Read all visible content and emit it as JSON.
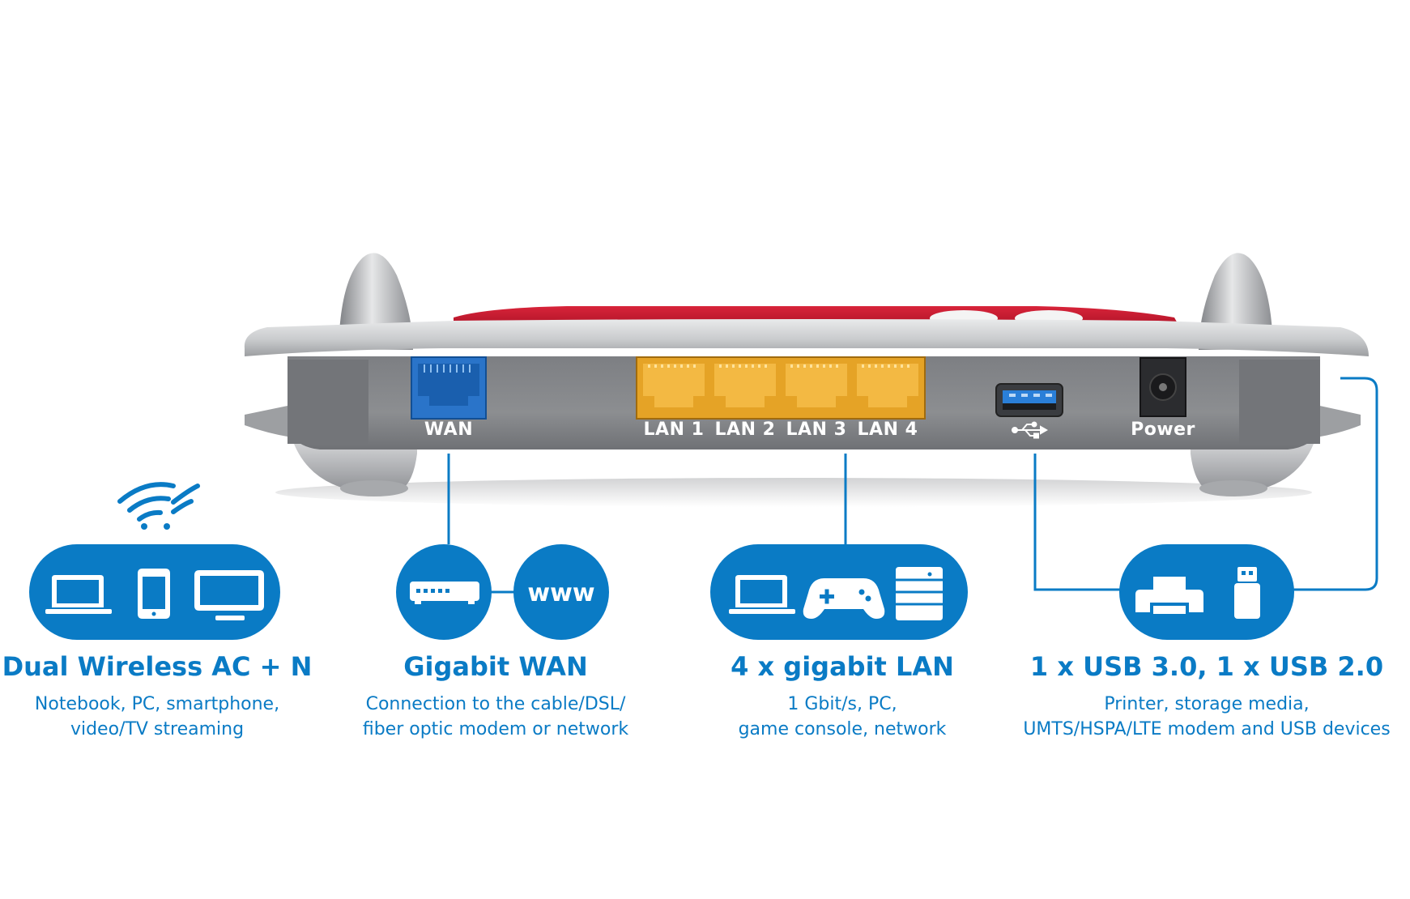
{
  "colors": {
    "accent": "#0a7bc5",
    "router_body": "#8a8c8f",
    "router_red": "#c8102e",
    "lan_port": "#f2b134",
    "wan_port": "#1a6fc4"
  },
  "ports": {
    "wan": "WAN",
    "lan1": "LAN 1",
    "lan2": "LAN 2",
    "lan3": "LAN 3",
    "lan4": "LAN 4",
    "power": "Power"
  },
  "icons": {
    "usb_symbol": "usb-symbol-icon",
    "wifi": "wifi-icon",
    "notebook": "laptop-icon",
    "smartphone": "smartphone-icon",
    "tv": "monitor-icon",
    "modem": "modem-icon",
    "game_console": "gamepad-icon",
    "network": "server-icon",
    "printer": "printer-icon",
    "usb_stick": "usb-stick-icon"
  },
  "www_label": "www",
  "features": [
    {
      "title": "Dual Wireless AC + N",
      "lines": [
        "Notebook, PC, smartphone,",
        "video/TV streaming"
      ]
    },
    {
      "title": "Gigabit WAN",
      "lines": [
        "Connection to the cable/DSL/",
        "fiber optic modem or network"
      ]
    },
    {
      "title": "4 x gigabit LAN",
      "lines": [
        "1 Gbit/s, PC,",
        "game console, network"
      ]
    },
    {
      "title": "1 x USB 3.0, 1 x USB 2.0",
      "lines": [
        "Printer, storage media,",
        "UMTS/HSPA/LTE modem and USB devices"
      ]
    }
  ]
}
